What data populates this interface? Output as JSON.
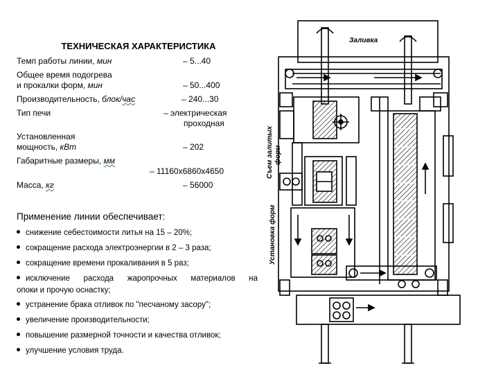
{
  "title": "ТЕХНИЧЕСКАЯ ХАРАКТЕРИСТИКА",
  "specs": [
    {
      "label": "Темп работы линии, ",
      "unit": "мин",
      "value": "–    5...40"
    },
    {
      "label_line1": "Общее время подогрева",
      "label_line2": "и прокалки форм, ",
      "unit": "мин",
      "value": "–    50...400"
    },
    {
      "label": "Производительность, ",
      "unit_a": "блок/",
      "unit_b": "час",
      "value": "– 240...30"
    },
    {
      "label": "Тип печи",
      "value_line1": "–   электрическая",
      "value_line2": "проходная"
    },
    {
      "label_line1": "Установленная",
      "label_line2": "мощность, ",
      "unit": "кВт",
      "value": "–      202"
    },
    {
      "label": "Габаритные размеры, ",
      "unit": "мм",
      "value": "–      11160х6860х4650"
    },
    {
      "label": "Масса, ",
      "unit": "кг",
      "value": "–   56000"
    }
  ],
  "applications_title": "Применение линии обеспечивает:",
  "applications": [
    "снижение себестоимости литья на 15 – 20%;",
    "сокращение расхода электроэнергии в 2 – 3 раза;",
    "сокращение времени прокаливания в 5 раз;",
    "исключение расхода жаропрочных материалов на",
    "опоки и прочую оснастку;",
    "устранение брака отливок по \"песчаному засору\";",
    "увеличение производительности;",
    "повышение размерной точности и качества отливок;",
    "улучшение условия труда."
  ],
  "diagram": {
    "label_top": "Заливка",
    "label_removal_line1": "Съем залитых",
    "label_removal_line2": "форм",
    "label_install": "Установка форм"
  }
}
